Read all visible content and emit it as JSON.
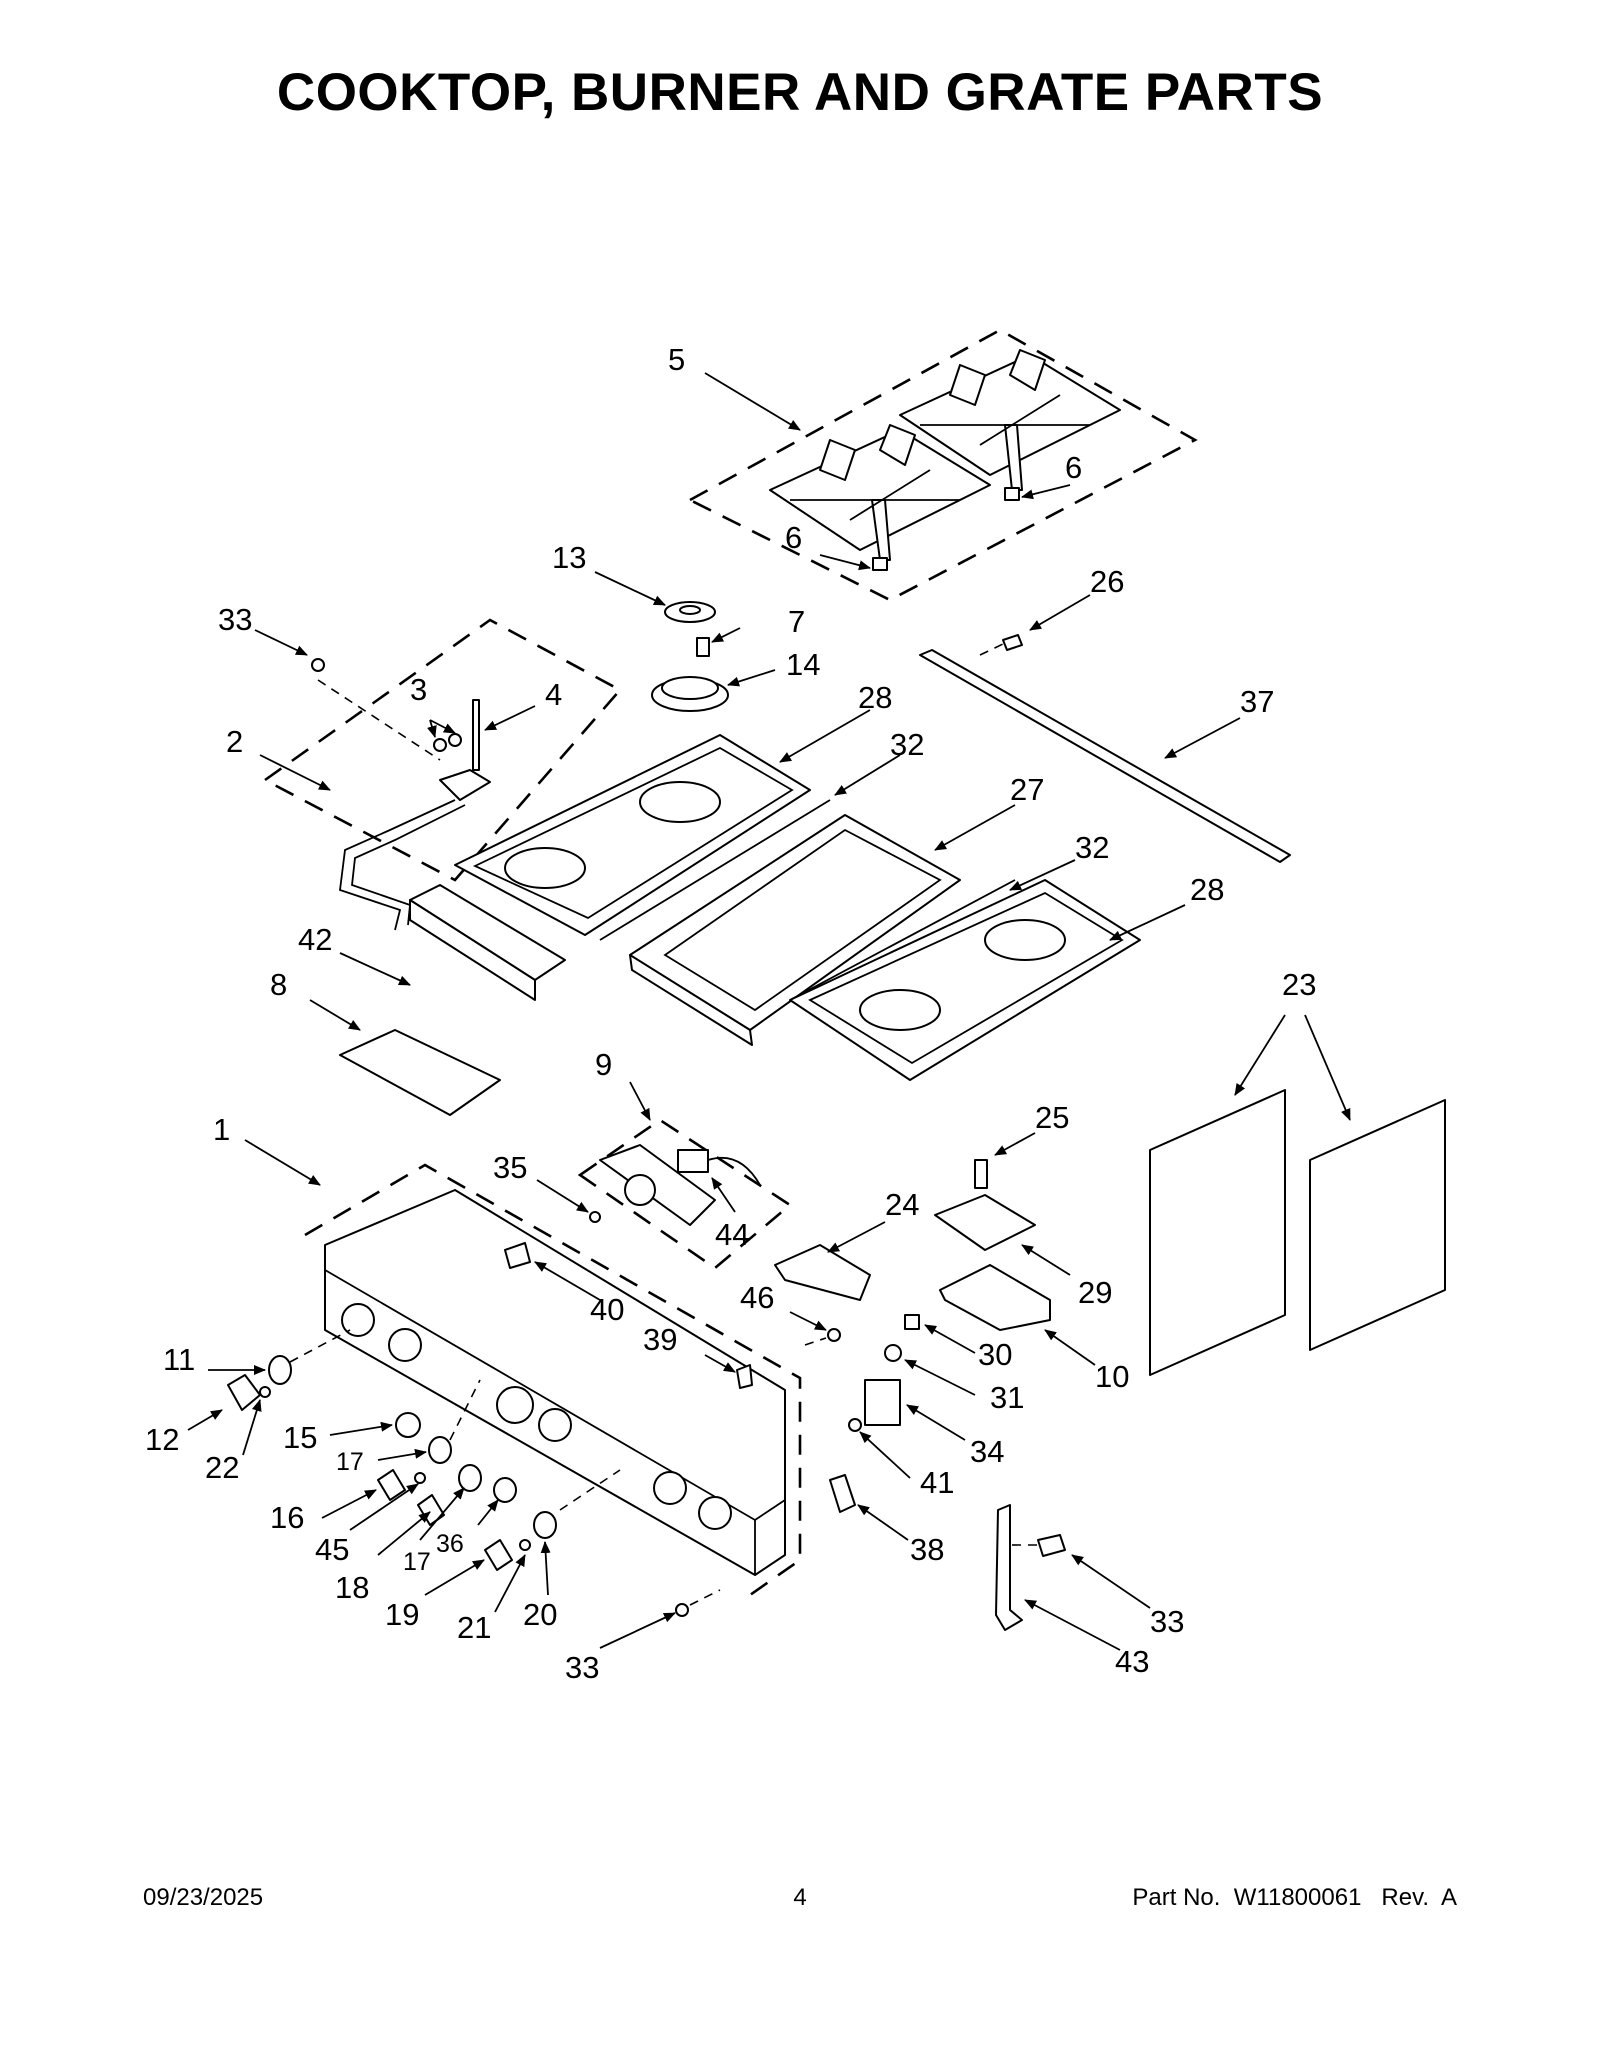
{
  "header": {
    "title": "COOKTOP, BURNER AND GRATE PARTS"
  },
  "callouts": [
    {
      "id": "c1",
      "text": "1"
    },
    {
      "id": "c2",
      "text": "2"
    },
    {
      "id": "c3",
      "text": "3"
    },
    {
      "id": "c4",
      "text": "4"
    },
    {
      "id": "c5",
      "text": "5"
    },
    {
      "id": "c6a",
      "text": "6"
    },
    {
      "id": "c6b",
      "text": "6"
    },
    {
      "id": "c7",
      "text": "7"
    },
    {
      "id": "c8",
      "text": "8"
    },
    {
      "id": "c9",
      "text": "9"
    },
    {
      "id": "c10",
      "text": "10"
    },
    {
      "id": "c11",
      "text": "11"
    },
    {
      "id": "c12",
      "text": "12"
    },
    {
      "id": "c13",
      "text": "13"
    },
    {
      "id": "c14",
      "text": "14"
    },
    {
      "id": "c15",
      "text": "15"
    },
    {
      "id": "c16",
      "text": "16"
    },
    {
      "id": "c17a",
      "text": "17"
    },
    {
      "id": "c17b",
      "text": "17"
    },
    {
      "id": "c18",
      "text": "18"
    },
    {
      "id": "c19",
      "text": "19"
    },
    {
      "id": "c20",
      "text": "20"
    },
    {
      "id": "c21",
      "text": "21"
    },
    {
      "id": "c22",
      "text": "22"
    },
    {
      "id": "c23",
      "text": "23"
    },
    {
      "id": "c24",
      "text": "24"
    },
    {
      "id": "c25",
      "text": "25"
    },
    {
      "id": "c26",
      "text": "26"
    },
    {
      "id": "c27",
      "text": "27"
    },
    {
      "id": "c28a",
      "text": "28"
    },
    {
      "id": "c28b",
      "text": "28"
    },
    {
      "id": "c29",
      "text": "29"
    },
    {
      "id": "c30",
      "text": "30"
    },
    {
      "id": "c31",
      "text": "31"
    },
    {
      "id": "c32a",
      "text": "32"
    },
    {
      "id": "c32b",
      "text": "32"
    },
    {
      "id": "c33a",
      "text": "33"
    },
    {
      "id": "c33b",
      "text": "33"
    },
    {
      "id": "c33c",
      "text": "33"
    },
    {
      "id": "c34",
      "text": "34"
    },
    {
      "id": "c35",
      "text": "35"
    },
    {
      "id": "c36",
      "text": "36"
    },
    {
      "id": "c37",
      "text": "37"
    },
    {
      "id": "c38",
      "text": "38"
    },
    {
      "id": "c39",
      "text": "39"
    },
    {
      "id": "c40",
      "text": "40"
    },
    {
      "id": "c41",
      "text": "41"
    },
    {
      "id": "c42",
      "text": "42"
    },
    {
      "id": "c43",
      "text": "43"
    },
    {
      "id": "c44",
      "text": "44"
    },
    {
      "id": "c45",
      "text": "45"
    },
    {
      "id": "c46",
      "text": "46"
    }
  ],
  "footer": {
    "date": "09/23/2025",
    "page_number": "4",
    "part_number": "Part No.  W11800061   Rev.  A"
  }
}
